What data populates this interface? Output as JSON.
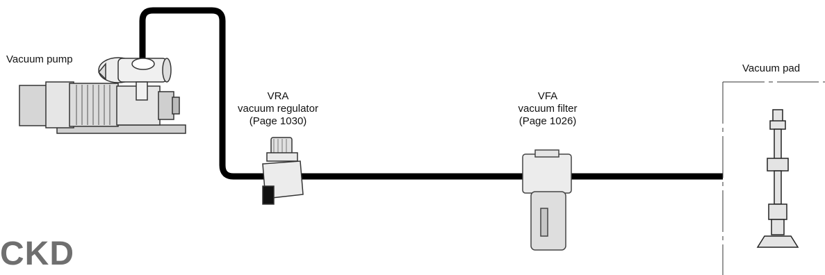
{
  "labels": {
    "pump": "Vacuum pump",
    "regulator": {
      "model": "VRA",
      "name": "vacuum regulator",
      "page": "(Page 1030)"
    },
    "filter": {
      "model": "VFA",
      "name": "vacuum filter",
      "page": "(Page 1026)"
    },
    "pad": "Vacuum pad"
  },
  "brand": "CKD",
  "colors": {
    "pipe": "#000000",
    "component_fill": "#e8e8e8",
    "component_stroke": "#333333",
    "brand": "#6f6f6f"
  }
}
